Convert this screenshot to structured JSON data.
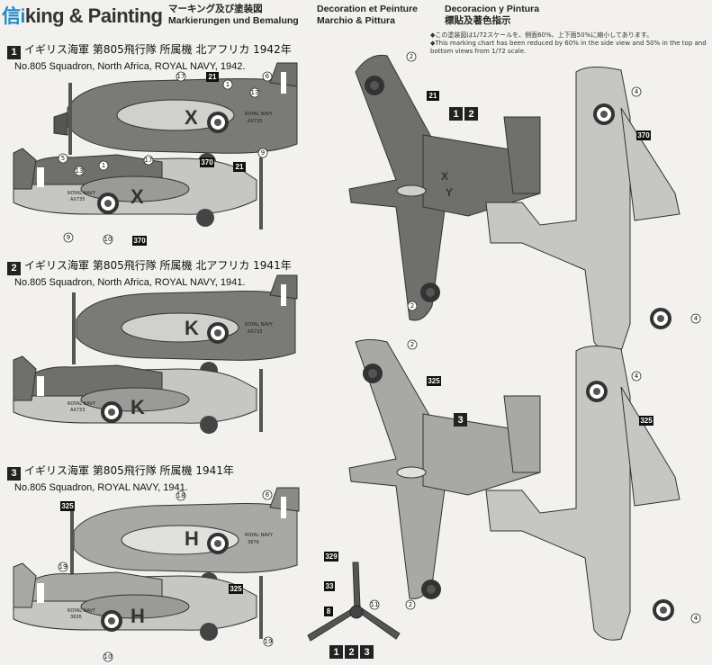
{
  "header": {
    "logo_text": "信i",
    "title_text": "king & Painting",
    "jp_title": "マーキング及び塗装図",
    "de_title": "Markierungen und Bemalung",
    "fr_title": "Decoration et Peinture",
    "it_title": "Marchio & Pittura",
    "es_title": "Decoracion y Pintura",
    "cn_title": "標貼及著色指示",
    "note_jp": "◆この塗装図は1/72スケールを、側面60%、上下面50%に縮小してあります。",
    "note_en": "◆This marking chart has been reduced by 60% in the side view and 50% in the top and bottom views from 1/72 scale."
  },
  "schemes": [
    {
      "num": "1",
      "jp": "イギリス海軍 第805飛行隊 所属機 北アフリカ 1942年",
      "en": "No.805 Squadron, North Africa, ROYAL NAVY, 1942."
    },
    {
      "num": "2",
      "jp": "イギリス海軍 第805飛行隊 所属機 北アフリカ 1941年",
      "en": "No.805 Squadron, North Africa, ROYAL NAVY, 1941."
    },
    {
      "num": "3",
      "jp": "イギリス海軍 第805飛行隊 所属機 1941年",
      "en": "No.805 Squadron, ROYAL NAVY, 1941."
    }
  ],
  "markings": {
    "codes": [
      "X",
      "K",
      "H"
    ],
    "serials": [
      "AX735",
      "AX733",
      "3879",
      "3826"
    ],
    "royal_navy": "ROYAL NAVY"
  },
  "top_views": {
    "label_12": [
      "1",
      "2"
    ],
    "label_3": "3"
  },
  "propeller": {
    "label": [
      "1",
      "2",
      "3"
    ]
  },
  "colors": {
    "dark_sea_grey": "#6f6f6c",
    "sky": "#c6c6c2",
    "roundel_red": "#555",
    "roundel_blue": "#333",
    "line": "#333"
  }
}
